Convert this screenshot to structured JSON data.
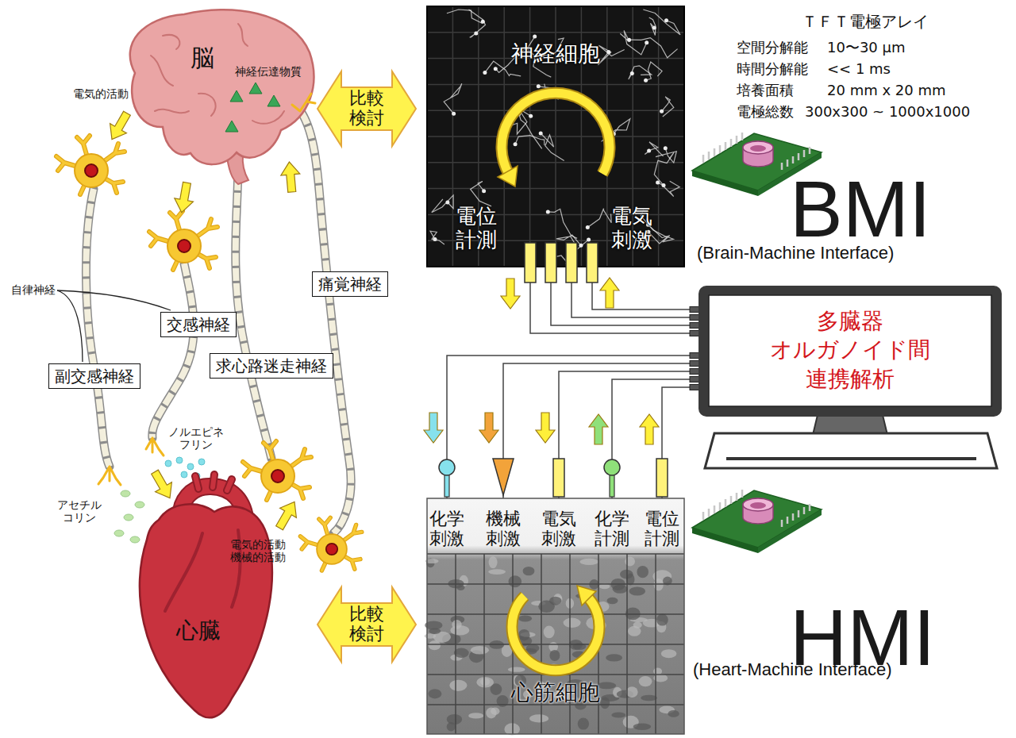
{
  "diagram": {
    "nodes": [
      {
        "text": [
          "脳"
        ]
      },
      {
        "text": [
          "比較 検討"
        ]
      },
      {
        "text": [
          "神経細胞",
          "電位 計測",
          "電気 刺激"
        ]
      },
      {
        "text": [
          "痛覚神経"
        ]
      },
      {
        "text": [
          "多臓器 オルガノイド間 連携解析"
        ]
      },
      {
        "text": [
          "交感神経"
        ]
      },
      {
        "text": [
          "求心路迷走神経"
        ]
      },
      {
        "text": [
          "副交感神経"
        ]
      },
      {
        "text": [
          "化学 刺激",
          "機械 刺激",
          "電気 刺激",
          "化学 計測",
          "電位 計測",
          "心筋細胞"
        ]
      },
      {
        "text": [
          "心臓"
        ]
      },
      {
        "text": [
          "比較 検討"
        ]
      }
    ],
    "edges": [
      {
        "from": 2,
        "to": 4,
        "arrow": "none"
      },
      {
        "from": 2,
        "to": 4,
        "arrow": "none"
      },
      {
        "from": 2,
        "to": 4,
        "arrow": "none"
      },
      {
        "from": 2,
        "to": 4,
        "arrow": "none"
      },
      {
        "from": 8,
        "to": 4,
        "arrow": "none"
      },
      {
        "from": 8,
        "to": 4,
        "arrow": "none"
      },
      {
        "from": 8,
        "to": 4,
        "arrow": "none"
      },
      {
        "from": 8,
        "to": 4,
        "arrow": "none"
      },
      {
        "from": 8,
        "to": 4,
        "arrow": "none"
      }
    ],
    "labels": [
      "電気的活動",
      "神経伝達物質",
      "自律神経",
      "ノルエピネ フリン",
      "アセチル コリン",
      "電気的活動 機械的活動",
      "ＴＦＴ電極アレイ",
      "空間分解能",
      "10〜30 μm",
      "時間分解能",
      "<< 1 ms",
      "培養面積",
      "20 mm x 20 mm",
      "電極総数",
      "300x300 ~ 1000x1000",
      "BMI",
      "(Brain-Machine Interface)",
      "HMI",
      "(Heart-Machine Interface)"
    ]
  }
}
